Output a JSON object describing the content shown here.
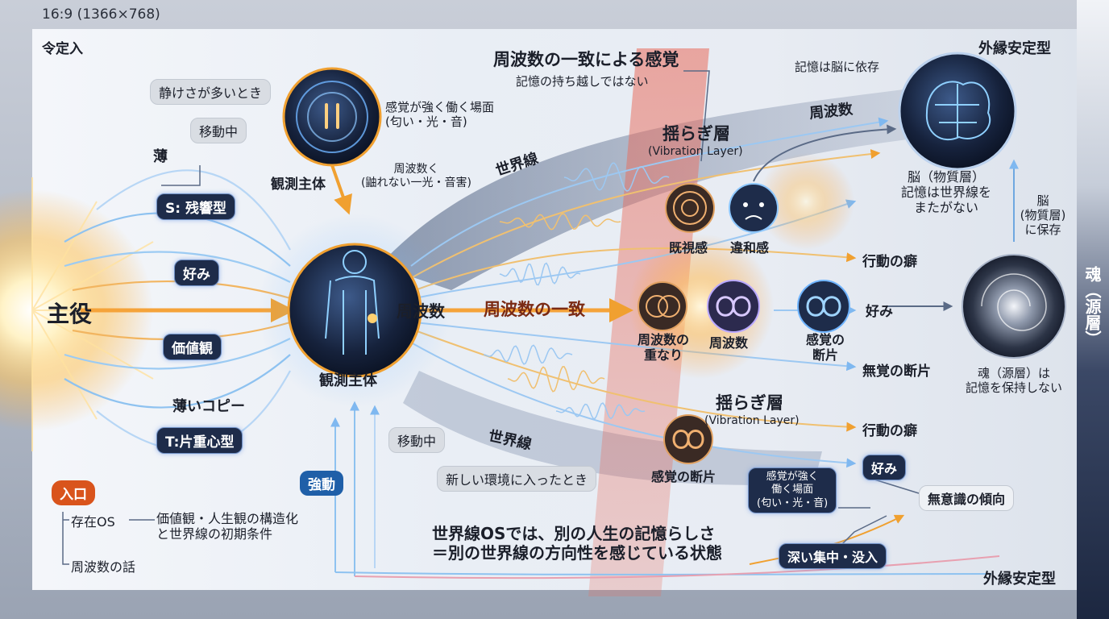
{
  "header": {
    "format_label": "16:9 (1366×768)"
  },
  "corners": {
    "top_left": "令定入",
    "top_right": "外縁安定型",
    "bottom_right": "外縁安定型",
    "right_vertical": "魂（源層）"
  },
  "title": {
    "main": "周波数の一致による感覚",
    "sub": "記憶の持ち越しではない"
  },
  "protagonist": "主役",
  "left_labels": {
    "quiet": "静けさが多いとき",
    "moving_top": "移動中",
    "thin": "薄",
    "s_type": "S: 残響型",
    "preference": "好み",
    "values": "価値観",
    "thin_copy": "薄いコピー",
    "t_type": "T:片重心型"
  },
  "observer_top": {
    "label": "観測主体",
    "sense_caption": "感覚が強く働く場面\n(匂い・光・音)",
    "freq_caption": "周波数く\n(鼬れない一光・音害)"
  },
  "center": {
    "observer": "観測主体",
    "frequency": "周波数",
    "freq_match": "周波数の一致",
    "world_line_top": "世界線",
    "world_line_bottom": "世界線",
    "moving_center": "移動中",
    "new_env": "新しい環境に入ったとき",
    "strong": "強動"
  },
  "vibration_layers": {
    "top_title": "揺らぎ層",
    "top_sub": "(Vibration Layer)",
    "bottom_title": "揺らぎ層",
    "bottom_sub": "(Vibration Layer)"
  },
  "nodes": {
    "deja_vu": "既視感",
    "discomfort": "違和感",
    "freq_overlap": "周波数の\n重なり",
    "frequency": "周波数",
    "sense_fragment": "感覚の\n断片",
    "sense_fragment_bottom": "感覚の断片"
  },
  "right_labels": {
    "memory_brain": "記憶は脳に依存",
    "frequency": "周波数",
    "brain_caption": "脳（物質層）\n記憶は世界線を\nまたがない",
    "brain_store": "脳\n(物質層)\nに保存",
    "habit_top": "行動の癖",
    "preference_top": "好み",
    "no_sense_fragment": "無覚の断片",
    "soul_caption": "魂（源層）は\n記憶を保持しない",
    "habit_bottom": "行動の癖",
    "preference_bottom": "好み",
    "sense_box": "感覚が強く\n働く場面\n(匂い・光・音)",
    "unconscious": "無意識の傾向",
    "deep_focus": "深い集中・没入"
  },
  "legend": {
    "entry": "入口",
    "os_item": "存在OS",
    "os_desc": "価値観・人生観の構造化\nと世界線の初期条件",
    "freq_talk": "周波数の話"
  },
  "bottom_statement": "世界線OSでは、別の人生の記憶らしさ\n＝別の世界線の方向性を感じている状態",
  "colors": {
    "accent_orange": "#f0a030",
    "accent_blue": "#6fb4ff",
    "navy": "#1e2c4a",
    "entry_orange": "#d9541c"
  },
  "icons": [
    "sunburst-icon",
    "observer-figure-icon",
    "brain-icon",
    "soul-vortex-icon",
    "ripple-icon",
    "worried-face-icon",
    "overlap-circles-icon",
    "infinity-icon"
  ]
}
